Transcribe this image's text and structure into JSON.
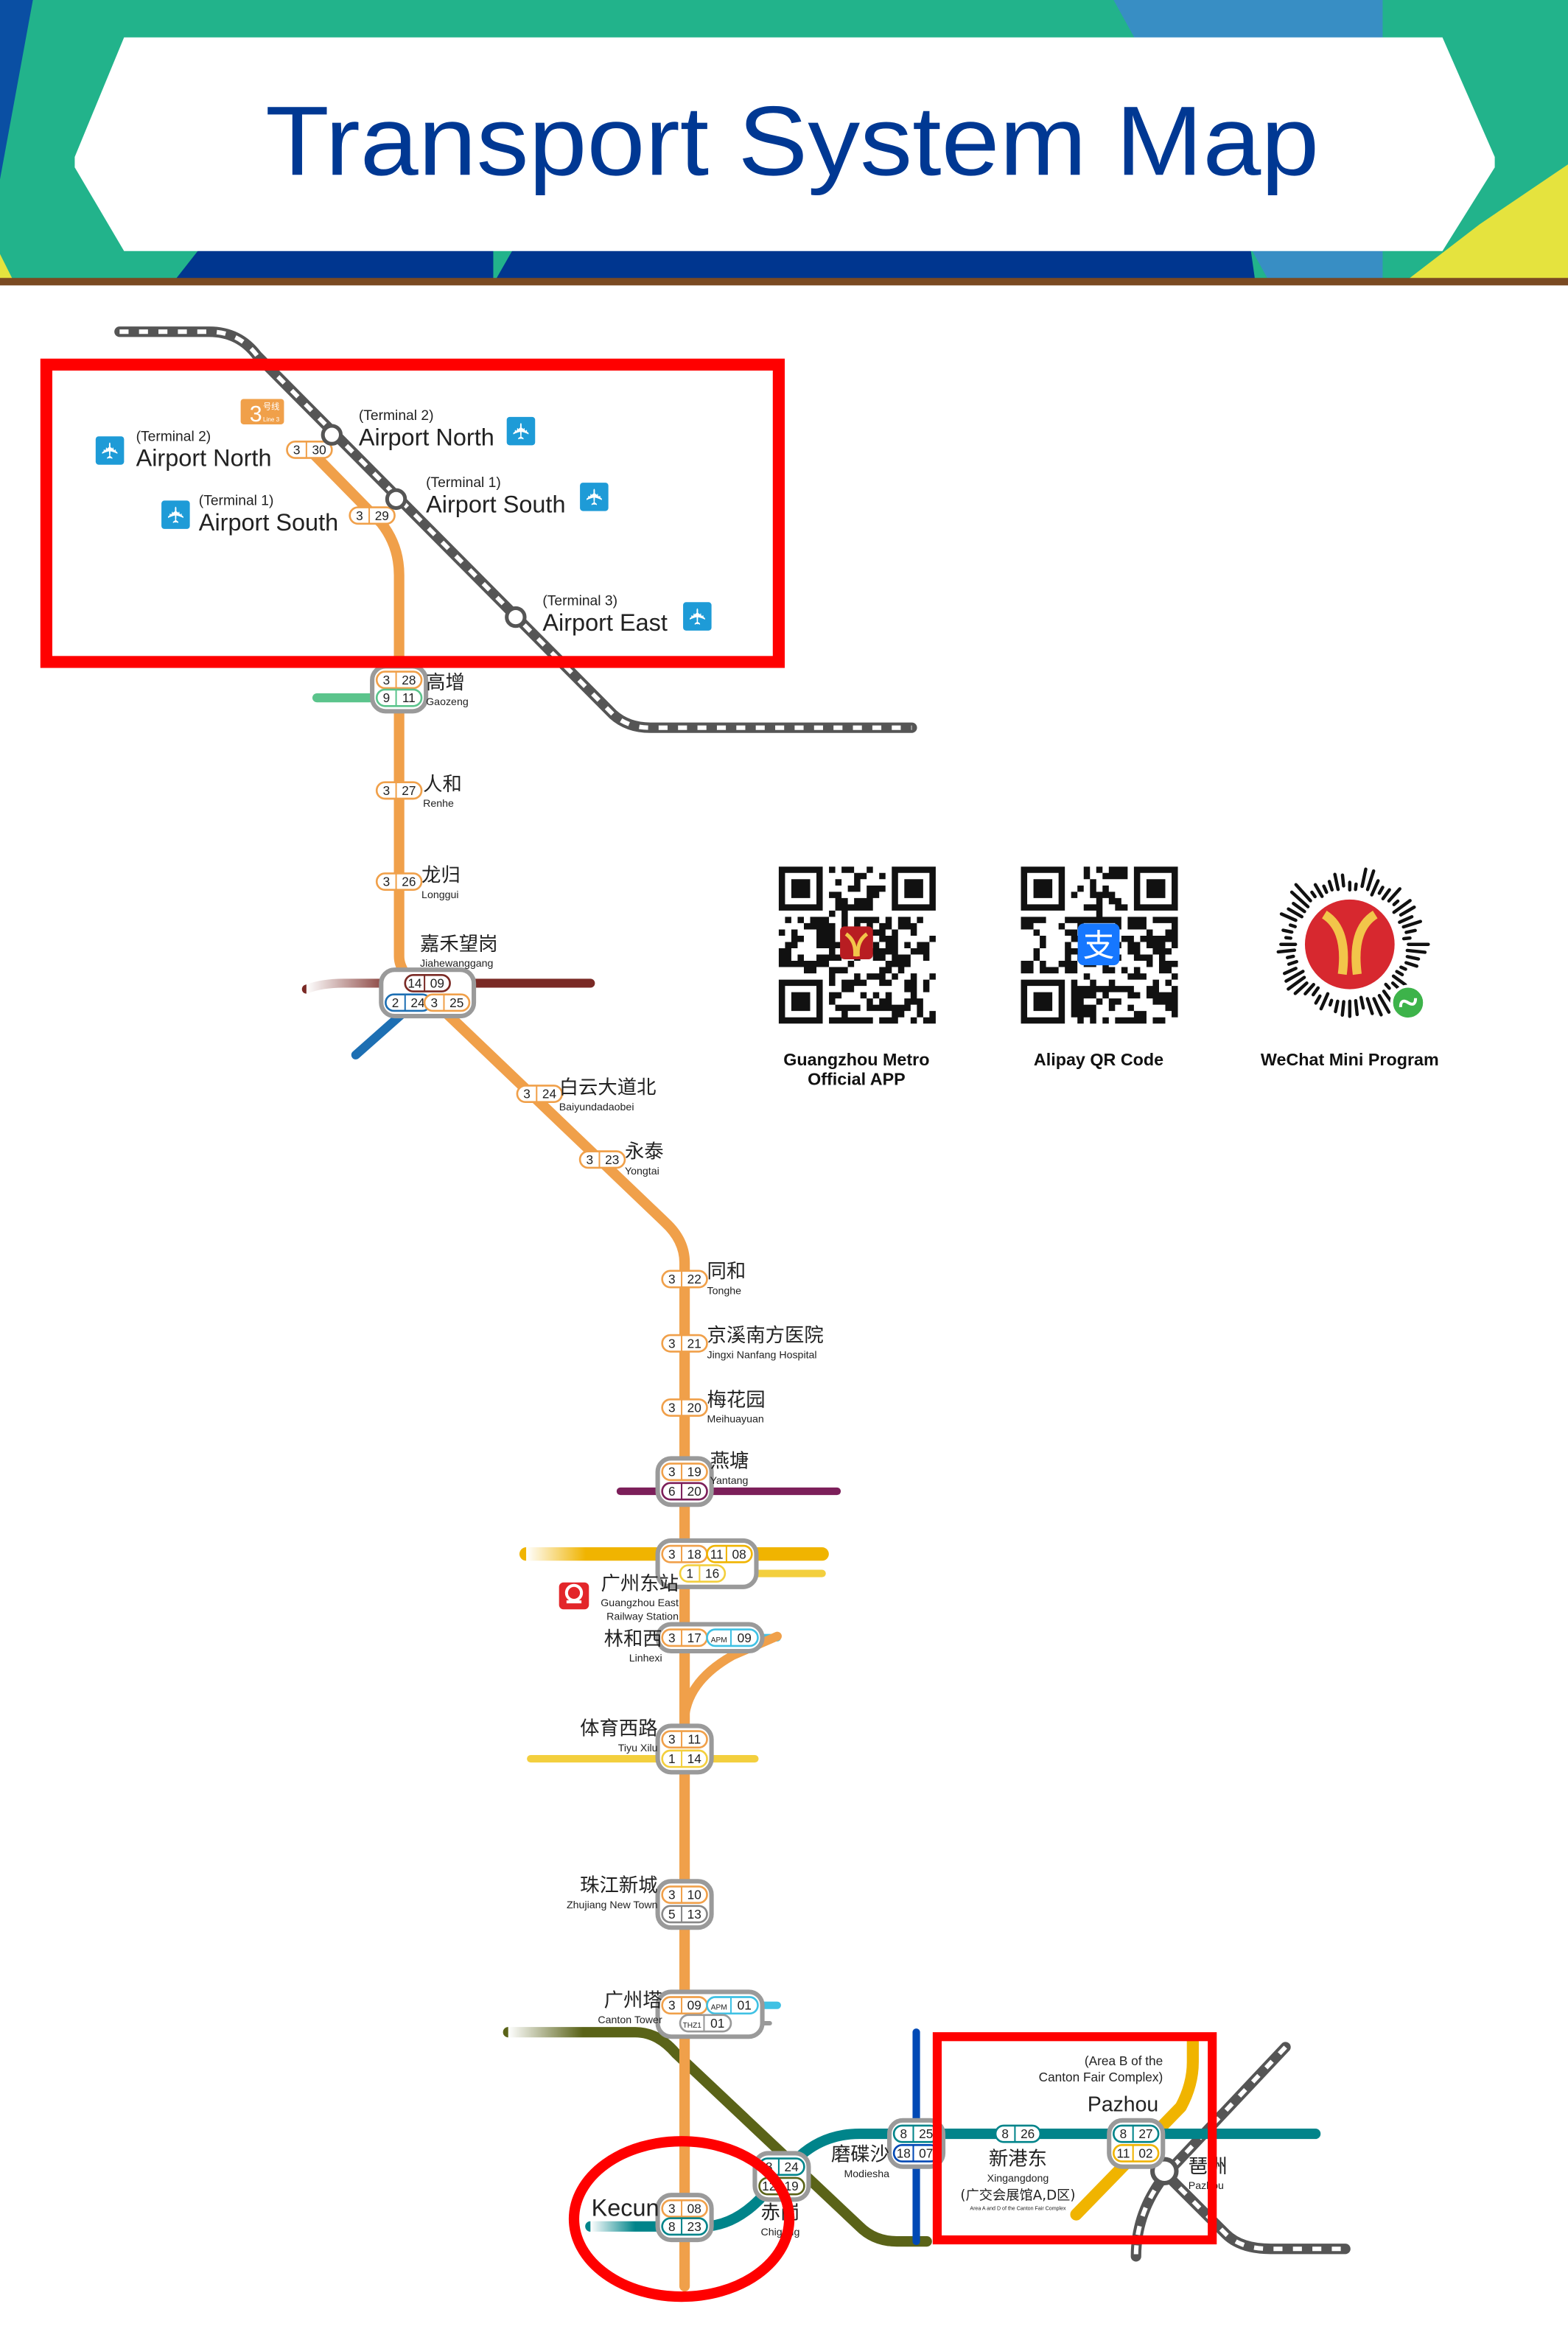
{
  "header": {
    "title": "Transport System Map"
  },
  "line_badge": {
    "num": "3",
    "cn": "号线",
    "en": "Line 3"
  },
  "line_colors": {
    "1": "#F3CF3E",
    "2": "#1D6FB3",
    "3": "#F0A04A",
    "6": "#7C1F5A",
    "8": "#00848A",
    "9": "#5BC48C",
    "11": "#F0B400",
    "12": "#5A6318",
    "14": "#7A2A25",
    "18": "#0049B5",
    "APM": "#3FC1E4",
    "THZ1": "#999999",
    "rail": "#555555",
    "airport": "#1E9BD7",
    "highlight": "#FF0000",
    "title": "#003893"
  },
  "airports": [
    {
      "terminal": "(Terminal 2)",
      "name": "Airport North",
      "icon": "airplane-icon",
      "badges": [
        [
          "3",
          "30"
        ]
      ]
    },
    {
      "terminal": "(Terminal 1)",
      "name": "Airport South",
      "icon": "airplane-icon",
      "badges": [
        [
          "3",
          "29"
        ]
      ]
    },
    {
      "terminal": "(Terminal 2)",
      "name": "Airport North",
      "icon": "airplane-icon"
    },
    {
      "terminal": "(Terminal 1)",
      "name": "Airport South",
      "icon": "airplane-icon"
    },
    {
      "terminal": "(Terminal 3)",
      "name": "Airport East",
      "icon": "airplane-icon"
    }
  ],
  "stations": [
    {
      "cn": "高增",
      "en": "Gaozeng",
      "badges": [
        [
          "3",
          "28"
        ],
        [
          "9",
          "11"
        ]
      ]
    },
    {
      "cn": "人和",
      "en": "Renhe",
      "badges": [
        [
          "3",
          "27"
        ]
      ]
    },
    {
      "cn": "龙归",
      "en": "Longgui",
      "badges": [
        [
          "3",
          "26"
        ]
      ]
    },
    {
      "cn": "嘉禾望岗",
      "en": "Jiahewanggang",
      "badges": [
        [
          "14",
          "09"
        ],
        [
          "2",
          "24"
        ],
        [
          "3",
          "25"
        ]
      ]
    },
    {
      "cn": "白云大道北",
      "en": "Baiyundadaobei",
      "badges": [
        [
          "3",
          "24"
        ]
      ]
    },
    {
      "cn": "永泰",
      "en": "Yongtai",
      "badges": [
        [
          "3",
          "23"
        ]
      ]
    },
    {
      "cn": "同和",
      "en": "Tonghe",
      "badges": [
        [
          "3",
          "22"
        ]
      ]
    },
    {
      "cn": "京溪南方医院",
      "en": "Jingxi Nanfang Hospital",
      "badges": [
        [
          "3",
          "21"
        ]
      ]
    },
    {
      "cn": "梅花园",
      "en": "Meihuayuan",
      "badges": [
        [
          "3",
          "20"
        ]
      ]
    },
    {
      "cn": "燕塘",
      "en": "Yantang",
      "badges": [
        [
          "3",
          "19"
        ],
        [
          "6",
          "20"
        ]
      ]
    },
    {
      "cn": "广州东站",
      "en": "Guangzhou East",
      "en2": "Railway Station",
      "icon": "railway-station-icon",
      "badges": [
        [
          "3",
          "18"
        ],
        [
          "11",
          "08"
        ],
        [
          "1",
          "16"
        ]
      ]
    },
    {
      "cn": "林和西",
      "en": "Linhexi",
      "badges": [
        [
          "3",
          "17"
        ],
        [
          "APM",
          "09"
        ]
      ]
    },
    {
      "cn": "体育西路",
      "en": "Tiyu Xilu",
      "badges": [
        [
          "3",
          "11"
        ],
        [
          "1",
          "14"
        ]
      ]
    },
    {
      "cn": "珠江新城",
      "en": "Zhujiang New Town",
      "badges": [
        [
          "3",
          "10"
        ],
        [
          "5",
          "13"
        ]
      ]
    },
    {
      "cn": "广州塔",
      "en": "Canton Tower",
      "badges": [
        [
          "3",
          "09"
        ],
        [
          "APM",
          "01"
        ],
        [
          "THZ1",
          "01"
        ]
      ]
    },
    {
      "en": "Kecun",
      "badges": [
        [
          "3",
          "08"
        ],
        [
          "8",
          "23"
        ]
      ]
    },
    {
      "cn": "赤岗",
      "en": "Chigang",
      "badges": [
        [
          "8",
          "24"
        ],
        [
          "12",
          "19"
        ]
      ]
    },
    {
      "cn": "磨碟沙",
      "en": "Modiesha",
      "badges": [
        [
          "8",
          "25"
        ],
        [
          "18",
          "07"
        ]
      ]
    },
    {
      "cn": "新港东",
      "en": "Xingangdong",
      "cn2": "(广交会展馆A,D区)",
      "en2": "Area A and D of the Canton Fair Complex",
      "badges": [
        [
          "8",
          "26"
        ]
      ]
    },
    {
      "en": "Pazhou",
      "sub1": "(Area B of the",
      "sub2": "Canton Fair Complex)",
      "badges": [
        [
          "8",
          "27"
        ],
        [
          "11",
          "02"
        ]
      ]
    },
    {
      "cn": "琶洲",
      "en": "Pazhou"
    }
  ],
  "qr_codes": [
    {
      "label1": "Guangzhou Metro",
      "label2": "Official APP",
      "icon": "guangzhou-metro-logo-icon"
    },
    {
      "label1": "Alipay QR Code",
      "icon": "alipay-icon",
      "logo_text": "支"
    },
    {
      "label1": "WeChat Mini Program",
      "icon": "wechat-mini-program-icon"
    }
  ]
}
